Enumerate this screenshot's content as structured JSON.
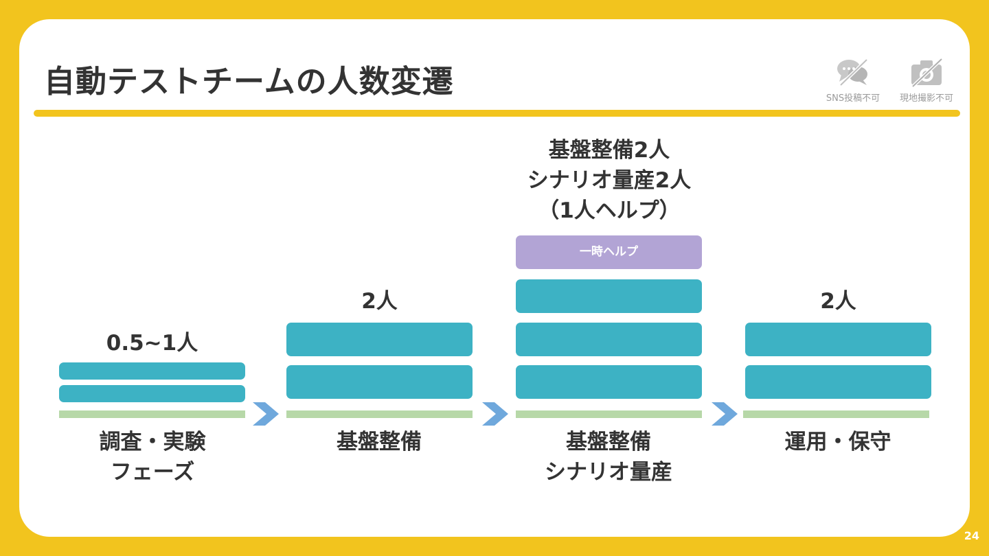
{
  "slide": {
    "title": "自動テストチームの人数変遷",
    "page_number": "24",
    "colors": {
      "frame": "#F2C41E",
      "block": "#3DB2C4",
      "help_block": "#B2A4D5",
      "base_line": "#B7D8A8",
      "arrow": "#6FA8DC",
      "text": "#333333"
    }
  },
  "notices": [
    {
      "icon": "no-sns-icon",
      "label": "SNS投稿不可"
    },
    {
      "icon": "no-photo-icon",
      "label": "現地撮影不可"
    }
  ],
  "phases": [
    {
      "count": "0.5~1人",
      "label_lines": [
        "調査・実験",
        "フェーズ"
      ],
      "blocks": 2
    },
    {
      "count": "2人",
      "label_lines": [
        "基盤整備"
      ],
      "blocks": 2
    },
    {
      "count_lines": [
        "基盤整備2人",
        "シナリオ量産2人",
        "（1人ヘルプ）"
      ],
      "label_lines": [
        "基盤整備",
        "シナリオ量産"
      ],
      "blocks": 3,
      "help_block_label": "一時ヘルプ"
    },
    {
      "count": "2人",
      "label_lines": [
        "運用・保守"
      ],
      "blocks": 2
    }
  ]
}
